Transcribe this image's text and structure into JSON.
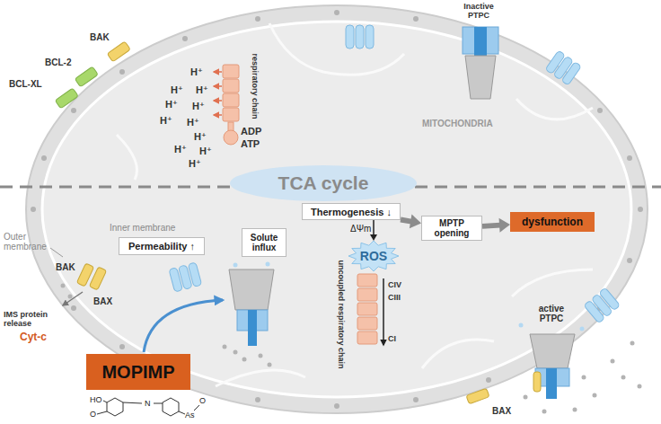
{
  "diagram": {
    "nodes": [
      {
        "text": [
          "TCA cycle"
        ]
      },
      {
        "text": [
          "Thermogenesis ↓"
        ]
      },
      {
        "text": [
          "MPTP opening"
        ]
      },
      {
        "text": [
          "dysfunction"
        ]
      },
      {
        "text": [
          "Permeability ↑"
        ]
      },
      {
        "text": [
          "Solute influx"
        ]
      },
      {
        "text": [
          "ROS"
        ]
      },
      {
        "text": [
          "MOPIMP"
        ]
      }
    ],
    "edges": [
      {
        "from": 1,
        "to": 2,
        "arrow": "to"
      },
      {
        "from": 2,
        "to": 3,
        "arrow": "to"
      },
      {
        "from": 1,
        "to": 6,
        "arrow": "to"
      }
    ],
    "labels": [
      "BAK",
      "BCL-2",
      "BCL-XL",
      "H⁺",
      "H⁺",
      "H⁺",
      "H⁺",
      "H⁺",
      "H⁺",
      "H⁺",
      "H⁺",
      "H⁺",
      "H⁺",
      "H⁺",
      "respiratory chain",
      "ADP",
      "ATP",
      "MITOCHONDRIA",
      "Inactive PTPC",
      "Outer membrane",
      "Inner membrane",
      "ΔΨm",
      "uncoupled respiratory chain",
      "CIV",
      "CIII",
      "CI",
      "BAK",
      "BAX",
      "IMS protein release",
      "Cyt-c",
      "active PTPC",
      "BAX",
      "HO",
      "O",
      "N",
      "As",
      "O"
    ]
  }
}
